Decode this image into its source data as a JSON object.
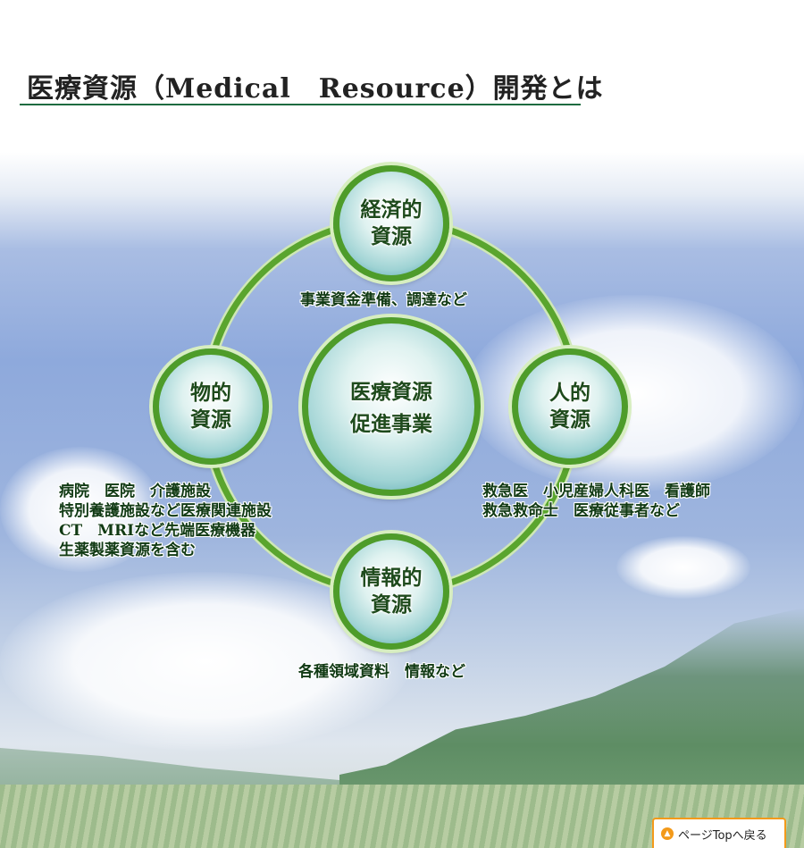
{
  "title": "医療資源（Medical　Resource）開発とは",
  "center": {
    "line1": "医療資源",
    "line2": "促進事業"
  },
  "nodes": {
    "economic": {
      "line1": "経済的",
      "line2": "資源",
      "desc": [
        "事業資金準備、調達など"
      ]
    },
    "human": {
      "line1": "人的",
      "line2": "資源",
      "desc": [
        "救急医　小児産婦人科医　看護師",
        "救急救命士　医療従事者など"
      ]
    },
    "information": {
      "line1": "情報的",
      "line2": "資源",
      "desc": [
        "各種領域資料　情報など"
      ]
    },
    "physical": {
      "line1": "物的",
      "line2": "資源",
      "desc": [
        "病院　医院　介護施設",
        "特別養護施設など医療関連施設",
        "CT　MRIなど先端医療機器",
        "生薬製薬資源を含む"
      ]
    }
  },
  "page_top": {
    "label": "ページTopへ戻る",
    "icon": "chevron-up-icon"
  },
  "colors": {
    "ring": "#5aa52e",
    "title_rule": "#1d6b40",
    "accent": "#f39a1a"
  }
}
